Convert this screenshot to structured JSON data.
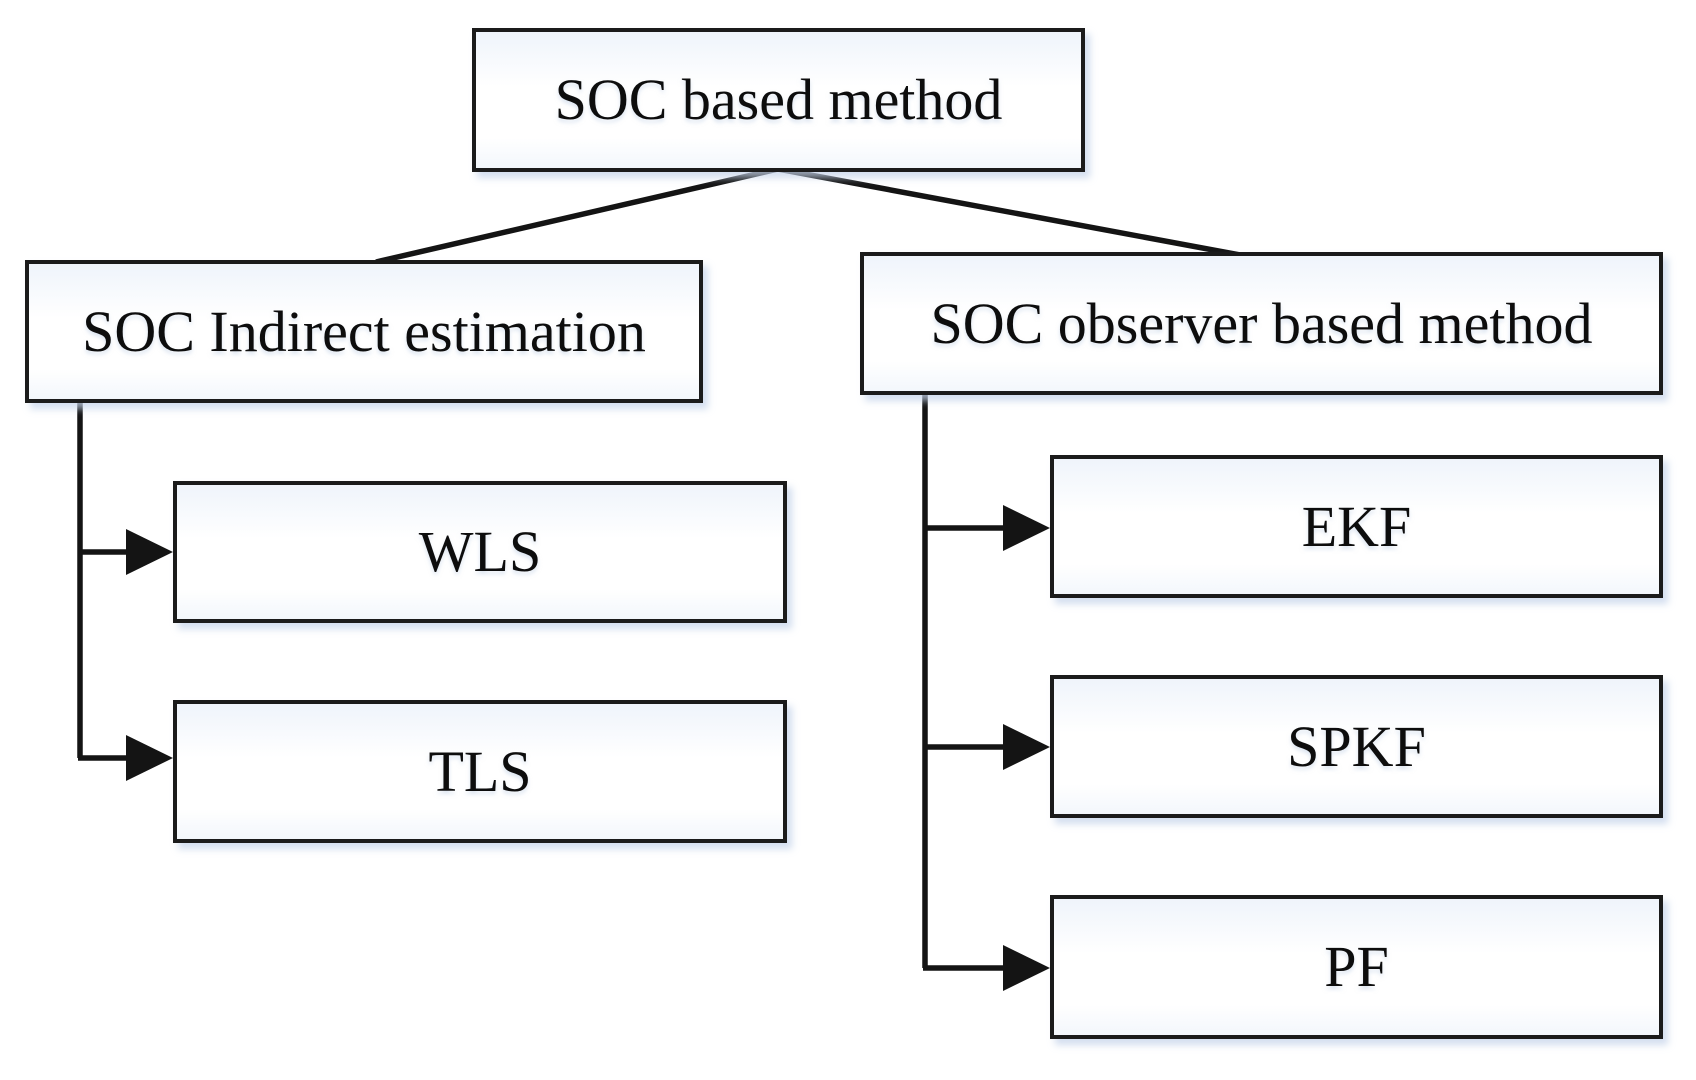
{
  "figure": {
    "background": "#ffffff",
    "line_color": "#141414",
    "border_color": "#1b1b1b",
    "box_tint": "#eff4fb",
    "text_color": "#0d0d0d"
  },
  "diagram": {
    "root": {
      "label": "SOC based method"
    },
    "branches": [
      {
        "label": "SOC Indirect estimation",
        "children": [
          "WLS",
          "TLS"
        ]
      },
      {
        "label": "SOC observer based method",
        "children": [
          "EKF",
          "SPKF",
          "PF"
        ]
      }
    ]
  }
}
